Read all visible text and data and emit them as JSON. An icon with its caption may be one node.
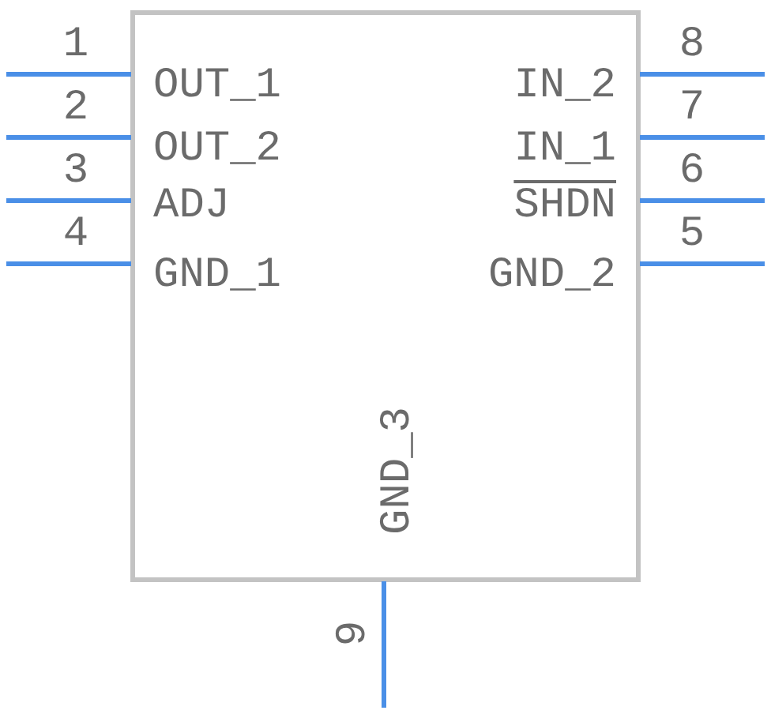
{
  "diagram": {
    "labels": [
      "1",
      "8",
      "OUT_1",
      "IN_2",
      "2",
      "7",
      "OUT_2",
      "IN_1",
      "3",
      "6",
      "ADJ",
      "SHDN",
      "4",
      "5",
      "GND_1",
      "GND_2",
      "GND_3",
      "9"
    ]
  }
}
